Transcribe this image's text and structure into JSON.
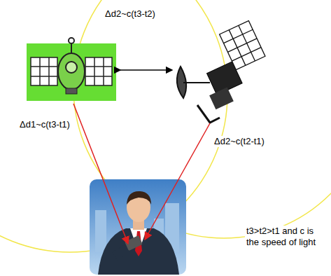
{
  "diagram": {
    "labels": [
      "Δd2~c(t3-t2)",
      "Δd1~c(t3-t1)",
      "Δd2~c(t2-t1)",
      "t3>t2>t1 and c is the speed of light"
    ]
  }
}
